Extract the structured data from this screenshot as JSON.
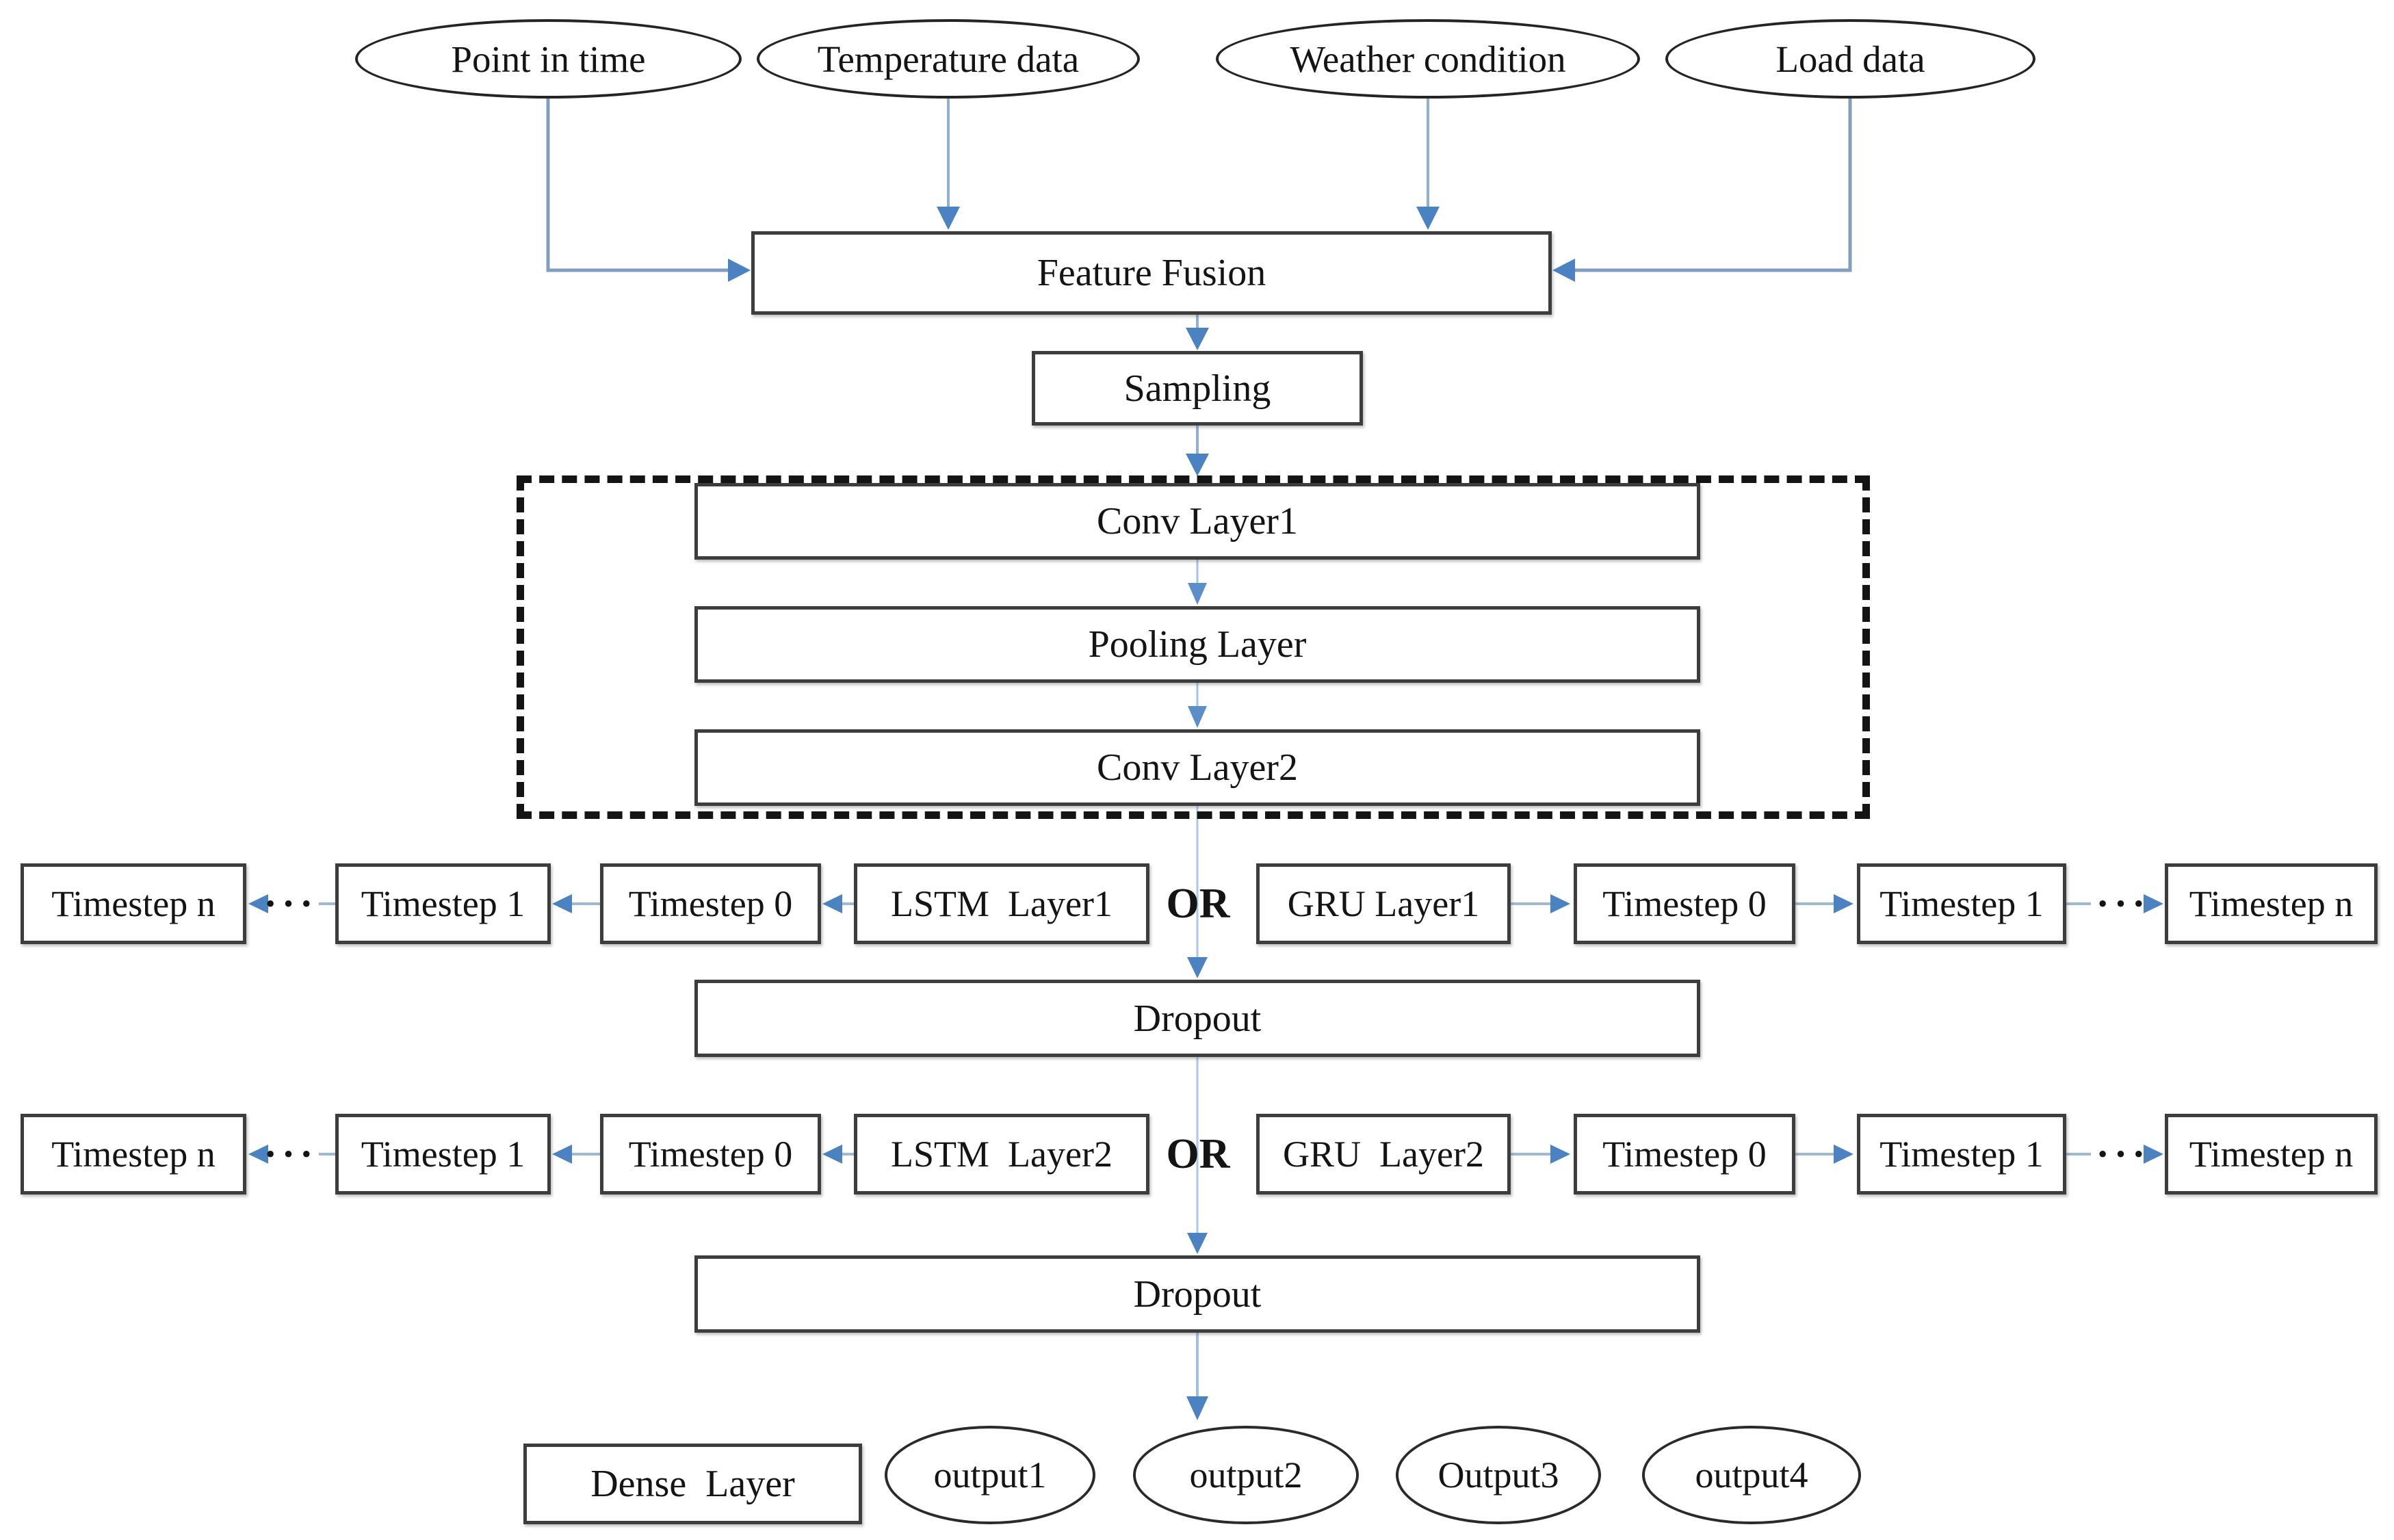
{
  "figure": {
    "inputs": [
      "Point in time",
      "Temperature data",
      "Weather condition",
      "Load data"
    ],
    "feature_fusion": "Feature Fusion",
    "sampling": "Sampling",
    "cnn_block": {
      "conv1": "Conv Layer1",
      "pooling": "Pooling Layer",
      "conv2": "Conv Layer2"
    },
    "recurrent_stage1": {
      "timesteps_left": [
        "Timestep n",
        "Timestep 1",
        "Timestep 0"
      ],
      "lstm": "LSTM  Layer1",
      "or": "OR",
      "gru": "GRU Layer1",
      "timesteps_right": [
        "Timestep 0",
        "Timestep 1",
        "Timestep n"
      ],
      "ellipsis": "···"
    },
    "dropout1": "Dropout",
    "recurrent_stage2": {
      "timesteps_left": [
        "Timestep n",
        "Timestep 1",
        "Timestep 0"
      ],
      "lstm": "LSTM  Layer2",
      "or": "OR",
      "gru": "GRU  Layer2",
      "timesteps_right": [
        "Timestep 0",
        "Timestep 1",
        "Timestep n"
      ],
      "ellipsis": "···"
    },
    "dropout2": "Dropout",
    "dense": "Dense  Layer",
    "outputs": [
      "output1",
      "output2",
      "Output3",
      "output4"
    ]
  },
  "colors": {
    "connector_line": "#9db9d6",
    "feeder_line": "#8fb0d4",
    "elbow_line": "#7f9ec0",
    "arrowhead": "#4b82c2",
    "box_border": "#3d3d3d",
    "dashed_frame": "#141414",
    "background": "#ffffff"
  }
}
